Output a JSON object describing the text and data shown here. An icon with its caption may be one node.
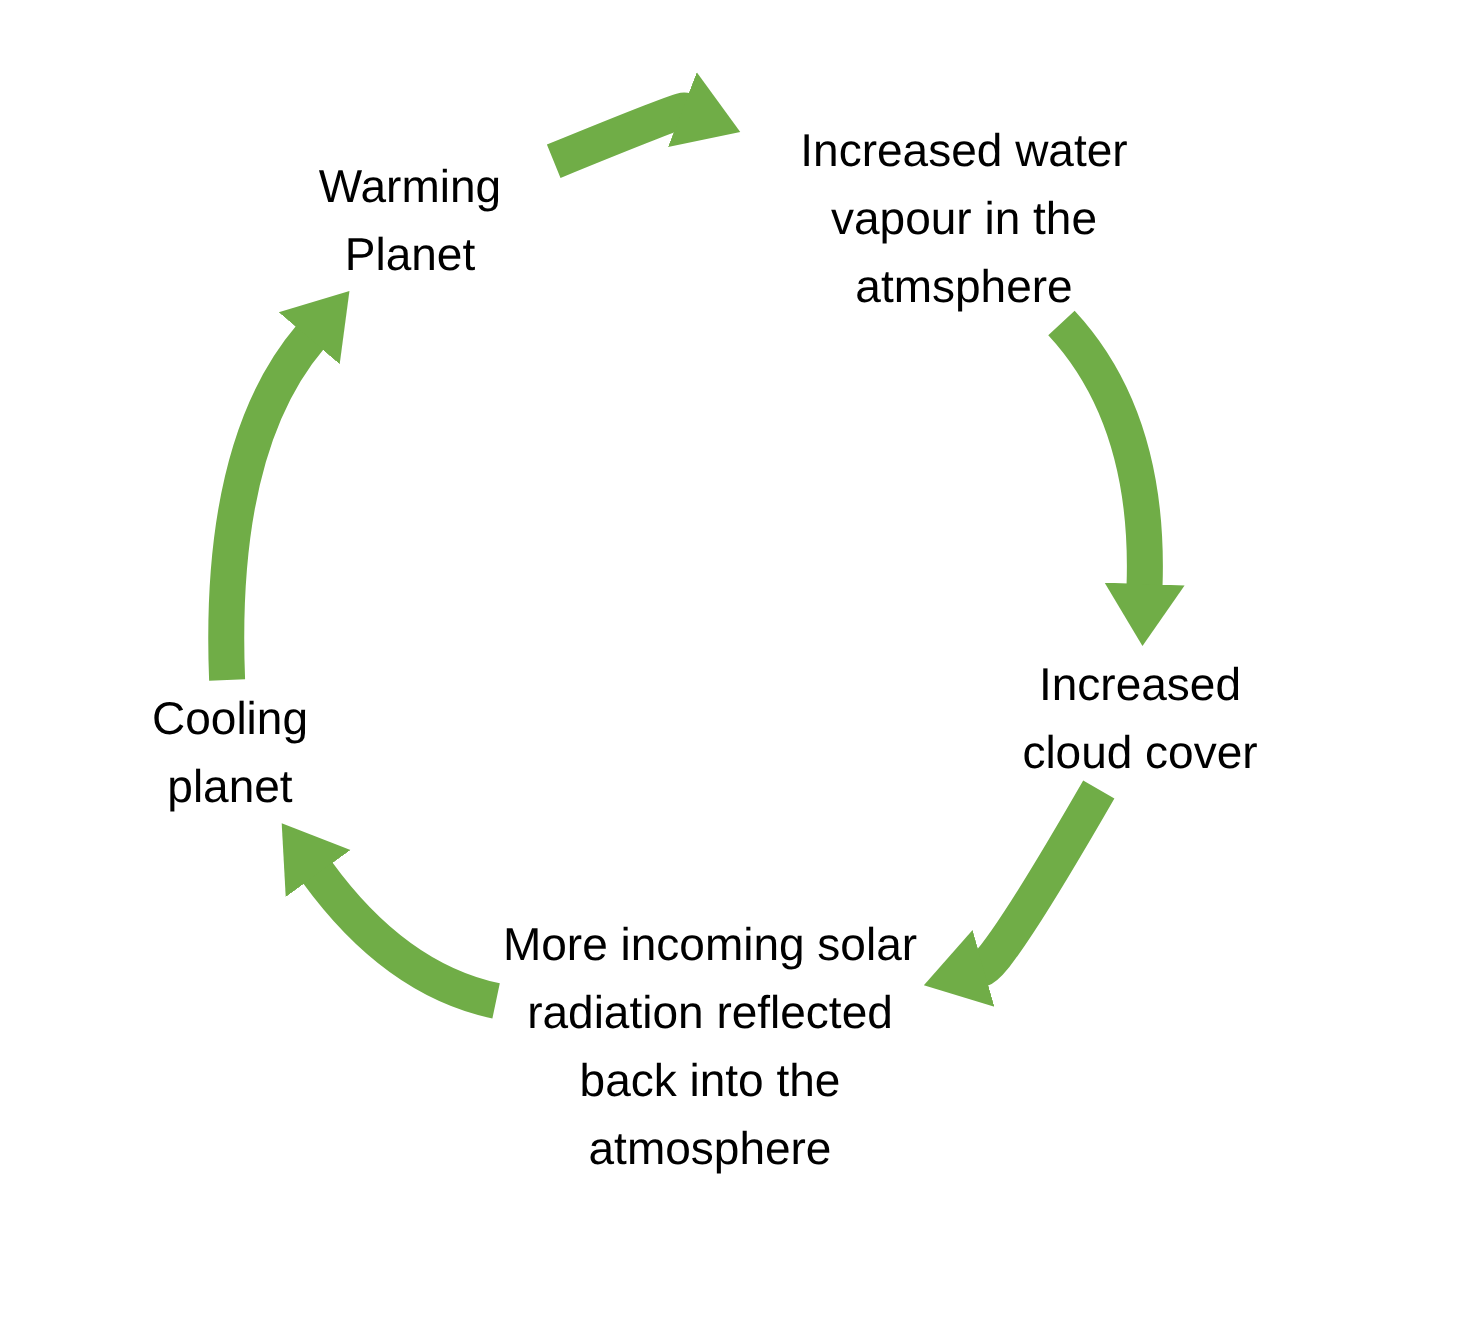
{
  "diagram": {
    "nodes": [
      {
        "text": [
          "Warming Planet"
        ]
      },
      {
        "text": [
          "Increased water vapour in the atmsphere"
        ]
      },
      {
        "text": [
          "Increased cloud cover"
        ]
      },
      {
        "text": [
          "More incoming solar radiation reflected back into the atmosphere"
        ]
      },
      {
        "text": [
          "Cooling planet"
        ]
      }
    ],
    "edges": [
      {
        "from": 0,
        "to": 1,
        "arrow": "to"
      },
      {
        "from": 1,
        "to": 2,
        "arrow": "to"
      },
      {
        "from": 2,
        "to": 3,
        "arrow": "to"
      },
      {
        "from": 3,
        "to": 4,
        "arrow": "to"
      },
      {
        "from": 4,
        "to": 0,
        "arrow": "to"
      }
    ]
  }
}
